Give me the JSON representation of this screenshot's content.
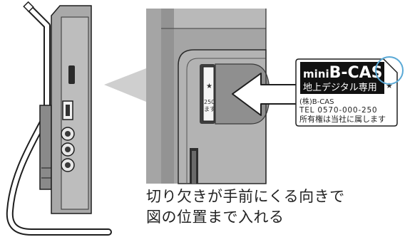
{
  "card": {
    "brand_prefix": "mini",
    "brand_main": "B-CAS",
    "usage": "地上デジタル専用",
    "company": "(株)B-CAS",
    "tel": "TEL 0570-000-250",
    "ownership": "所有権は当社に属します",
    "star_mark": "★"
  },
  "inserted_card": {
    "star_mark": "★",
    "tel_fragment": "250",
    "ownership_fragment": "ます"
  },
  "caption": {
    "line1": "切り欠きが手前にくる向きで",
    "line2": "図の位置まで入れる"
  },
  "icons": {
    "insert_arrow": "left-arrow-icon",
    "notch_highlight": "circle-highlight-icon"
  },
  "colors": {
    "highlight_circle": "#5aa9d6",
    "label_band": "#111111",
    "arrow_fill": "#ffffff",
    "housing": "#a9a9a9"
  }
}
